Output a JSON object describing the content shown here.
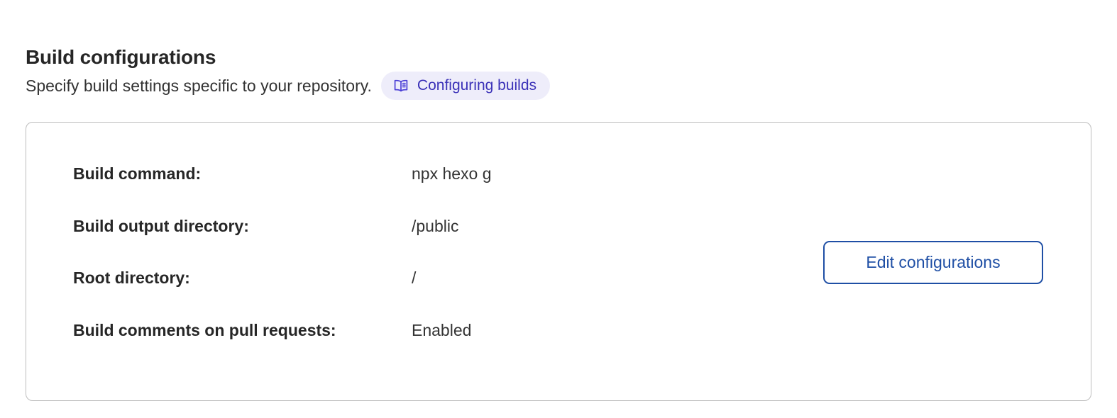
{
  "section": {
    "title": "Build configurations",
    "description": "Specify build settings specific to your repository.",
    "doc_badge": {
      "label": "Configuring builds",
      "icon": "book-open-icon",
      "background_color": "#eeedfa",
      "text_color": "#3b32b8"
    }
  },
  "card": {
    "rows": [
      {
        "label": "Build command:",
        "value": "npx hexo g"
      },
      {
        "label": "Build output directory:",
        "value": "/public"
      },
      {
        "label": "Root directory:",
        "value": "/"
      },
      {
        "label": "Build comments on pull requests:",
        "value": "Enabled"
      }
    ],
    "edit_button": {
      "label": "Edit configurations",
      "border_color": "#1f4fa5",
      "text_color": "#1f4fa5"
    },
    "border_color": "#bdbdbd"
  }
}
